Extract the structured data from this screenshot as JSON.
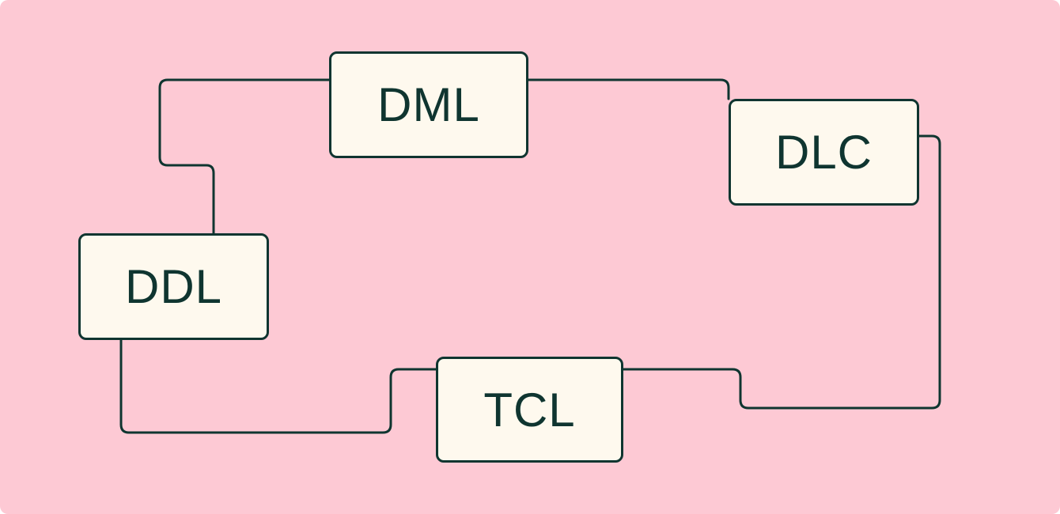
{
  "nodes": {
    "dml": "DML",
    "dlc": "DLC",
    "ddl": "DDL",
    "tcl": "TCL"
  },
  "colors": {
    "background": "#fdc9d4",
    "node_fill": "#fef9ee",
    "stroke": "#0f3530"
  }
}
